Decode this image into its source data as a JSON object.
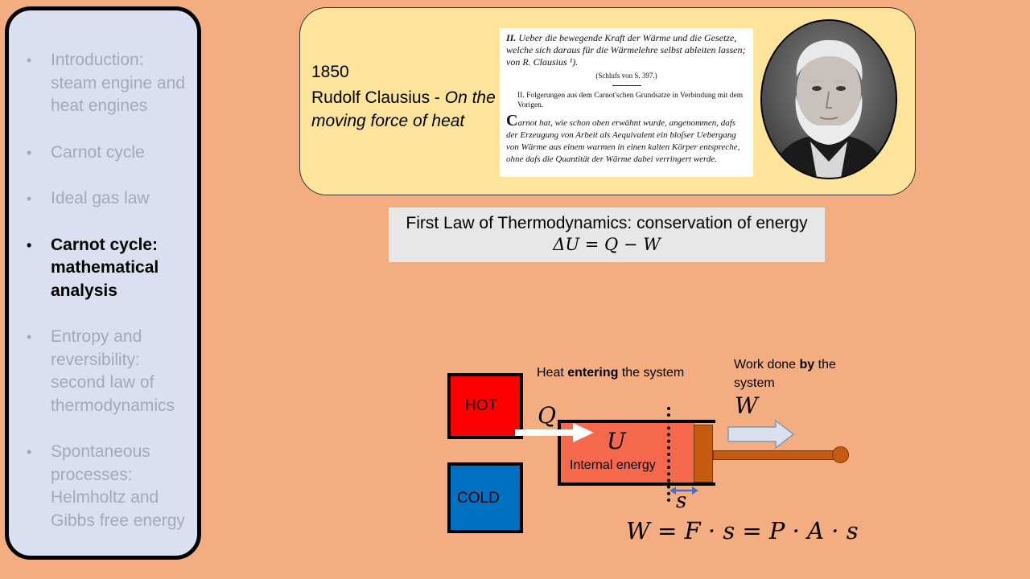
{
  "sidebar": {
    "items": [
      {
        "label": "Introduction: steam engine and heat engines",
        "active": false
      },
      {
        "label": "Carnot cycle",
        "active": false
      },
      {
        "label": "Ideal gas law",
        "active": false
      },
      {
        "label": "Carnot cycle: mathematical analysis",
        "active": true
      },
      {
        "label": "Entropy and reversibility: second law of thermodynamics",
        "active": false
      },
      {
        "label": "Spontaneous processes: Helmholtz and Gibbs free energy",
        "active": false
      }
    ]
  },
  "card": {
    "year": "1850",
    "author": "Rudolf Clausius - ",
    "work_title": "On the moving force of heat",
    "paper": {
      "heading_num": "II.",
      "heading": "Ueber die bewegende Kraft der Wärme und die Gesetze, welche sich daraus für die Wärmelehre selbst ableiten lassen; von R. Clausius ¹).",
      "note": "(Schlufs von S. 397.)",
      "sub_num": "II.",
      "sub": "Folgerungen aus dem Carnot'schen Grundsatze in Verbindung mit dem Vorigen.",
      "body_cap": "C",
      "body": "arnot hat, wie schon oben erwähnt wurde, angenommen, dafs der Erzeugung von Arbeit als Aequivalent ein bloſser Uebergang von Wärme aus einem warmen in einen kalten Körper entspreche, ohne dafs die Quantität der Wärme dabei verringert werde."
    }
  },
  "law": {
    "title": "First Law of Thermodynamics: conservation of energy",
    "equation": "ΔU = Q − W"
  },
  "diagram": {
    "hot_label": "HOT",
    "cold_label": "COLD",
    "heat_text_1": "Heat ",
    "heat_text_bold": "entering",
    "heat_text_2": " the system",
    "work_text_1": "Work done ",
    "work_text_bold": "by",
    "work_text_2": " the system",
    "q_symbol": "Q",
    "w_symbol": "W",
    "u_symbol": "U",
    "internal_energy_label": "Internal energy",
    "s_symbol": "s",
    "work_equation": "W = F · s = P · A · s",
    "colors": {
      "hot": "#ff0000",
      "cold": "#0070c0",
      "gas": "#f4694c",
      "piston": "#c55a11",
      "work_arrow": "#d9e1f1",
      "displacement_arrow": "#4472c4"
    }
  }
}
